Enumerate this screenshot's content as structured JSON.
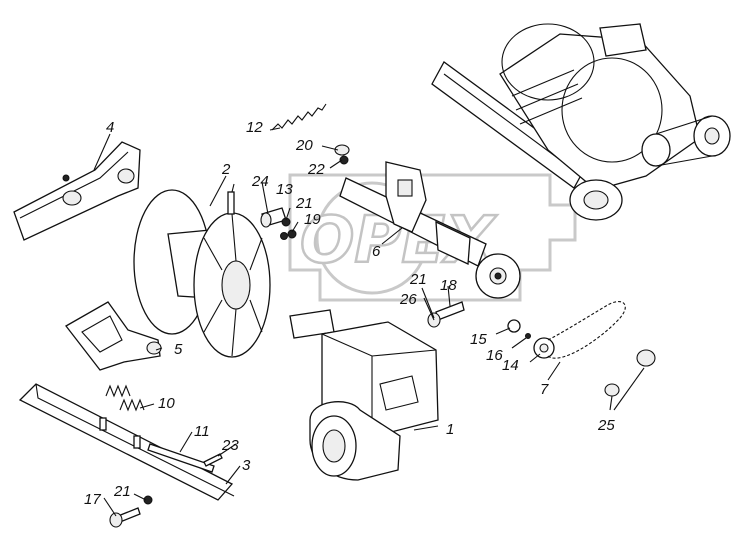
{
  "watermark": {
    "text": "OPEX"
  },
  "labels": [
    "1",
    "2",
    "3",
    "4",
    "5",
    "6",
    "7",
    "10",
    "11",
    "12",
    "13",
    "14",
    "15",
    "16",
    "17",
    "18",
    "19",
    "20",
    "21",
    "21",
    "21",
    "22",
    "23",
    "24",
    "25",
    "26"
  ]
}
